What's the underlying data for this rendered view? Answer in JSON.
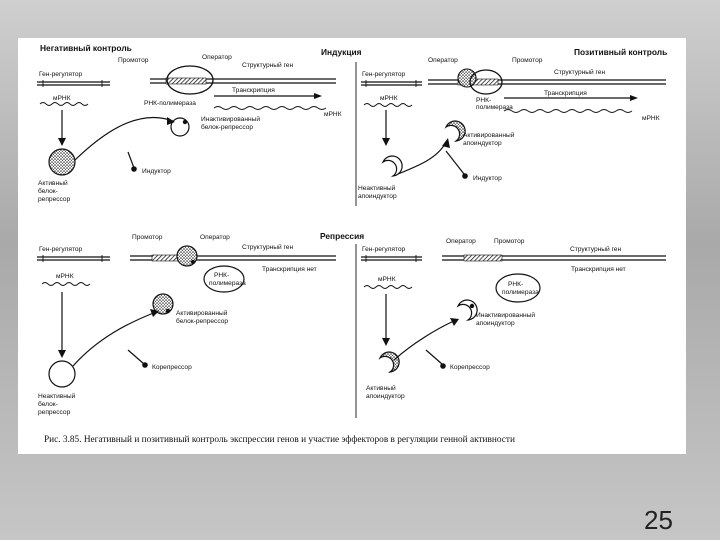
{
  "figure": {
    "headers": {
      "negative_control": "Негативный  контроль",
      "positive_control": "Позитивный  контроль",
      "induction": "Индукция",
      "repression": "Репрессия"
    },
    "labels": {
      "regulator_gene": "Ген-регулятор",
      "promoter": "Промотор",
      "operator": "Оператор",
      "structural_gene": "Структурный  ген",
      "mrna": "мРНК",
      "rna_polymerase": "РНК-полимераза",
      "rna_polymerase_line1": "РНК-",
      "rna_polymerase_line2": "полимераза",
      "transcription": "Транскрипция",
      "no_transcription": "Транскрипция нет",
      "inducer": "Индуктор",
      "corepressor": "Корепрессор",
      "inactivated_repressor_line1": "Инактивированный",
      "inactivated_repressor_line2": "белок-репрессор",
      "active_repressor_line1": "Активный",
      "active_repressor_line2": "белок-",
      "active_repressor_line3": "репрессор",
      "activated_apoinductor_line1": "Активированный",
      "activated_apoinductor_line2": "апоиндуктор",
      "inactive_apoinductor_line1": "Неактивный",
      "inactive_apoinductor_line2": "апоиндуктор",
      "activated_repressor_line1": "Активированный",
      "activated_repressor_line2": "белок-репрессор",
      "inactive_repressor_line1": "Неактивный",
      "inactive_repressor_line2": "белок-",
      "inactive_repressor_line3": "репрессор",
      "inactivated_apoinductor_line1": "Инактивированный",
      "inactivated_apoinductor_line2": "апоиндуктор",
      "active_apoinductor_line1": "Активный",
      "active_apoinductor_line2": "апоиндуктор"
    },
    "caption": "Рис. 3.85. Негативный  и позитивный контроль экспрессии генов и участие эффекторов в регуляции генной активности"
  },
  "page_number": "25"
}
